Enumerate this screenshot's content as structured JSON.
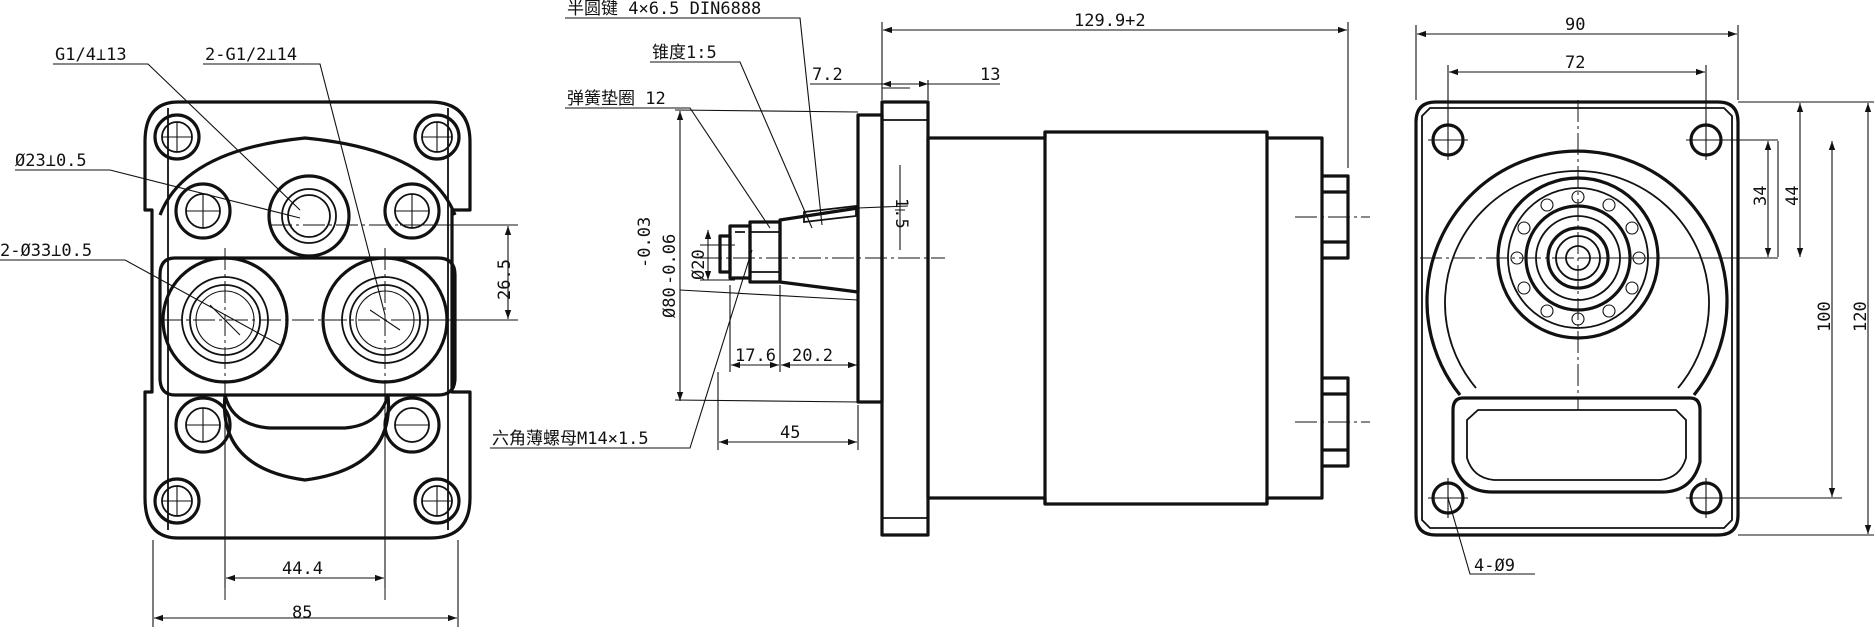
{
  "labels": {
    "callout_g14": "G1/4⊥13",
    "callout_2g12": "2-G1/2⊥14",
    "callout_d23": "Ø23⊥0.5",
    "callout_2d33": "2-Ø33⊥0.5",
    "dim_26_5": "26.5",
    "dim_44_4": "44.4",
    "dim_85": "85",
    "callout_key": "半圆键 4×6.5 DIN6888",
    "callout_taper": "锥度1:5",
    "callout_washer": "弹簧垫圈 12",
    "dim_7_2": "7.2",
    "dim_13": "13",
    "dim_129_9": "129.9+2",
    "dim_1_5": "1.5",
    "tol_upper": "-0.03",
    "tol_lower": "-0.06",
    "dim_d80": "Ø80",
    "dim_d20": "Ø20",
    "dim_17_6": "17.6",
    "dim_20_2": "20.2",
    "dim_45": "45",
    "callout_nut": "六角薄螺母M14×1.5",
    "dim_90": "90",
    "dim_72": "72",
    "dim_34": "34",
    "dim_44": "44",
    "dim_100": "100",
    "dim_120": "120",
    "callout_holes": "4-Ø9"
  }
}
